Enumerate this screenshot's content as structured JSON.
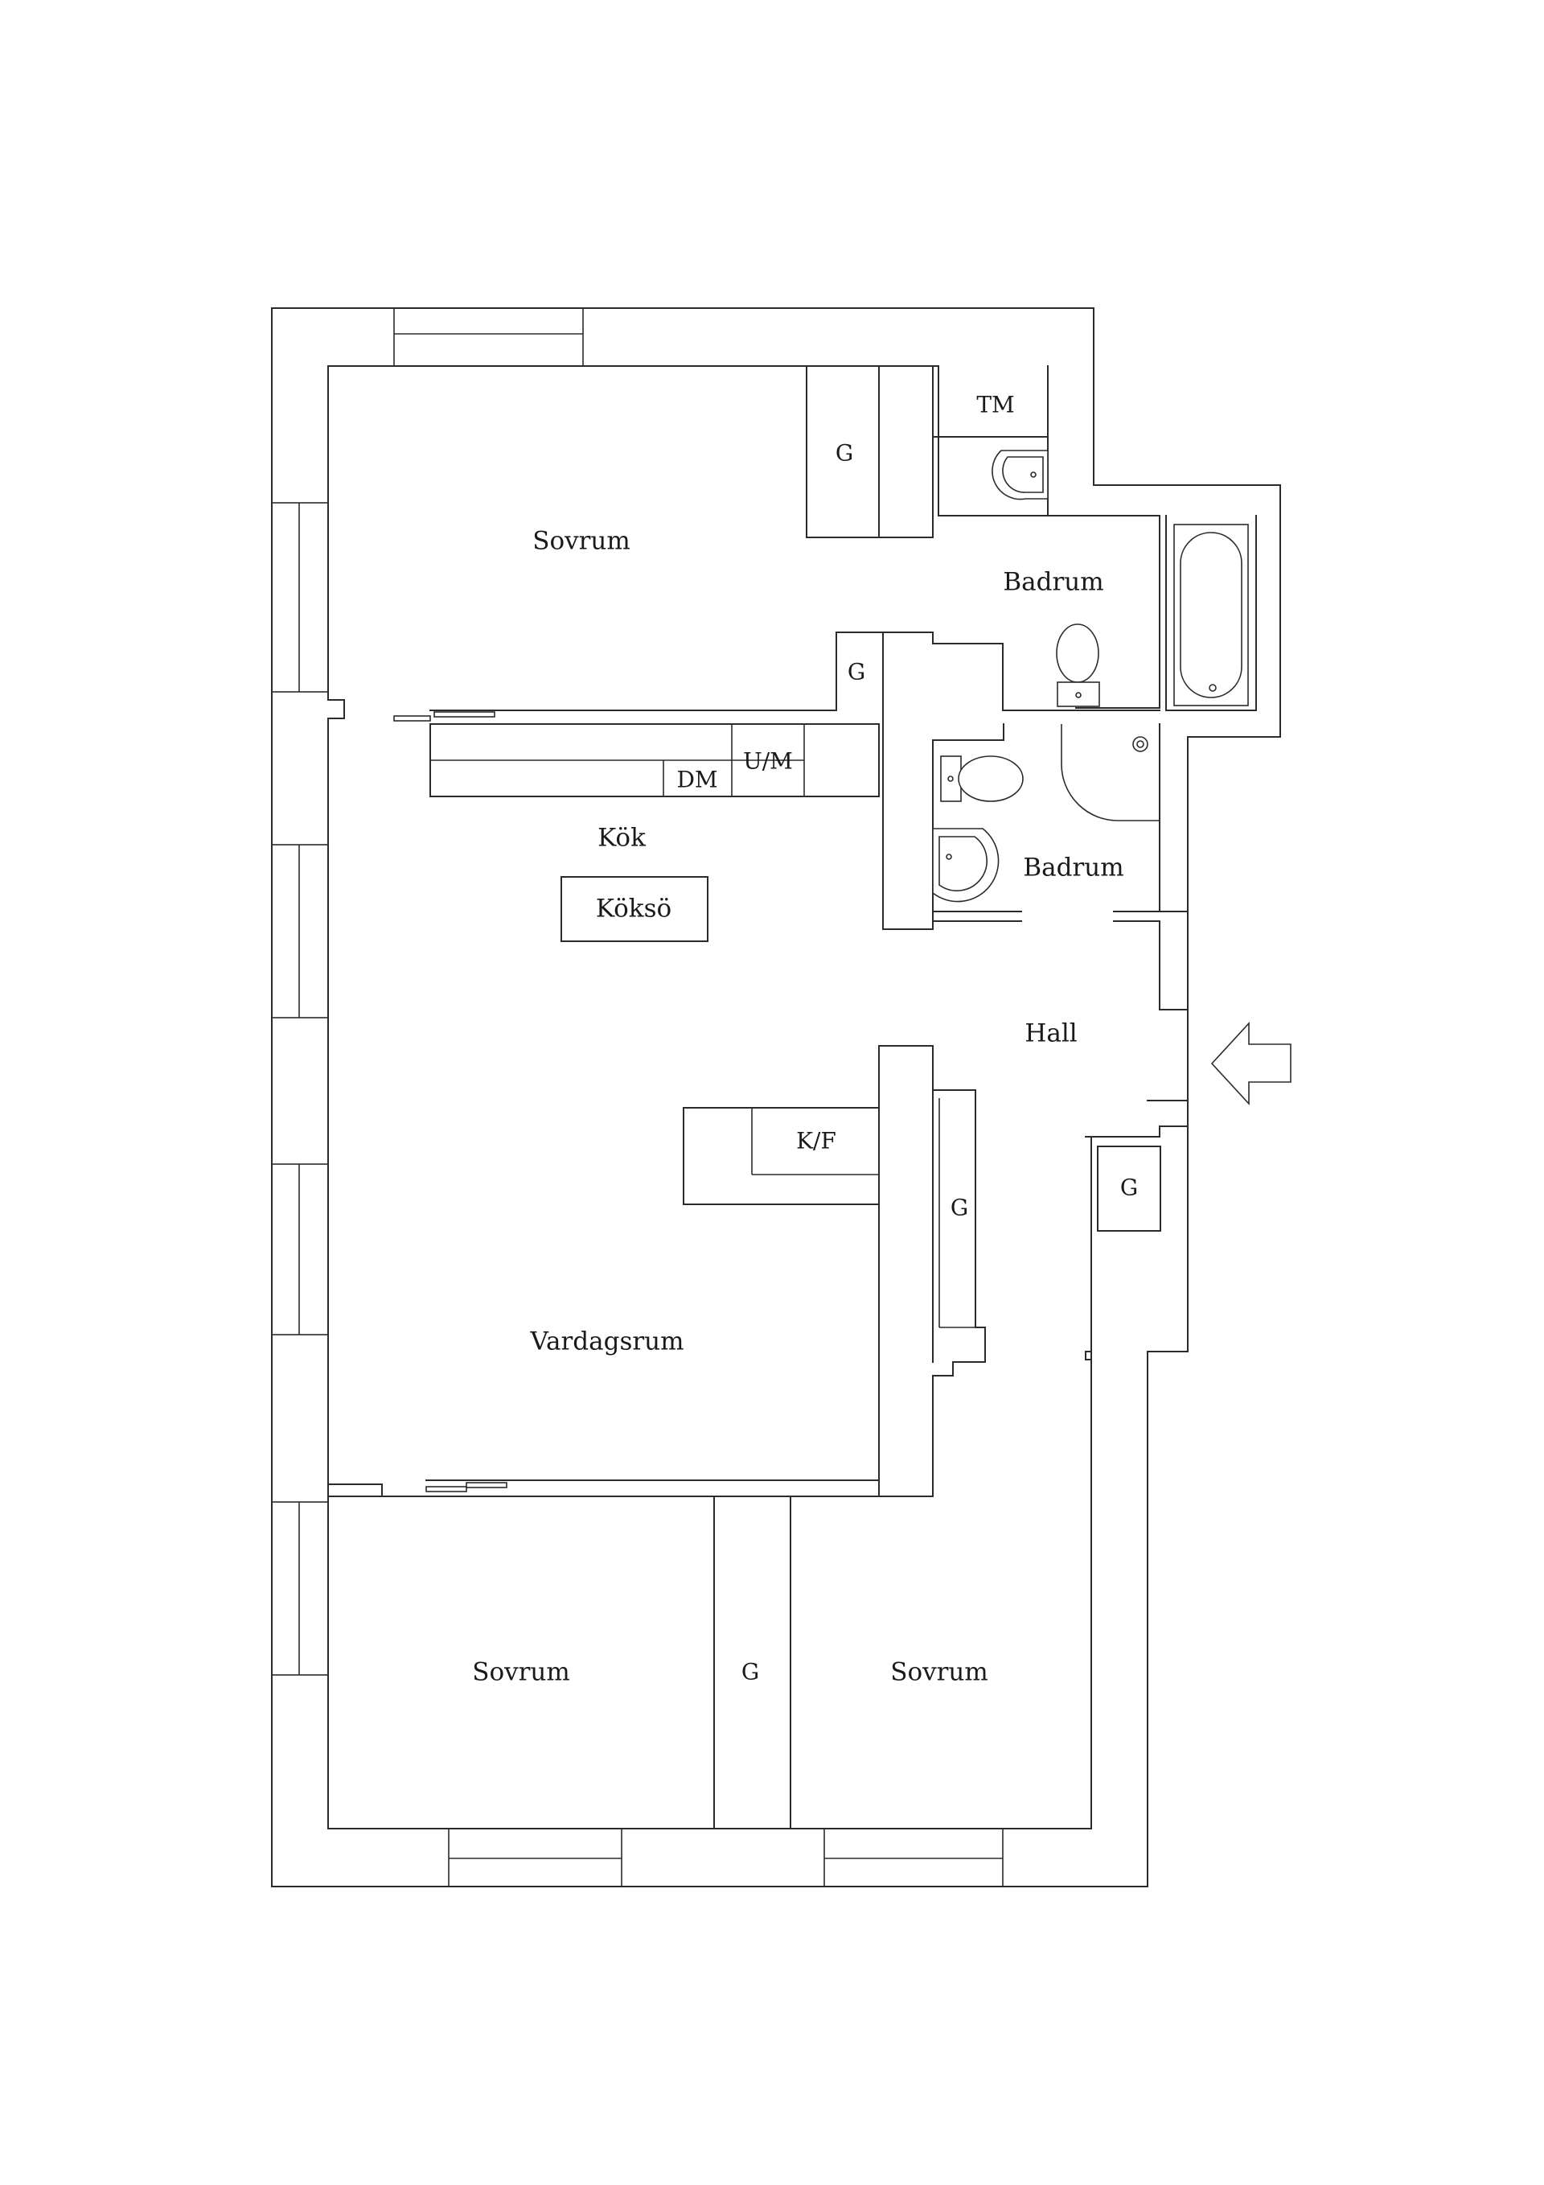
{
  "rooms": {
    "sovrum_top": "Sovrum",
    "badrum_top": "Badrum",
    "kok": "Kök",
    "koksö": "Köksö",
    "badrum_mid": "Badrum",
    "hall": "Hall",
    "vardagsrum": "Vardagsrum",
    "sovrum_bottom_left": "Sovrum",
    "sovrum_bottom_right": "Sovrum"
  },
  "fixtures": {
    "tm": "TM",
    "um": "U/M",
    "dm": "DM",
    "kf": "K/F",
    "wardrobe": "G"
  },
  "entrance": "entrance-arrow-icon"
}
